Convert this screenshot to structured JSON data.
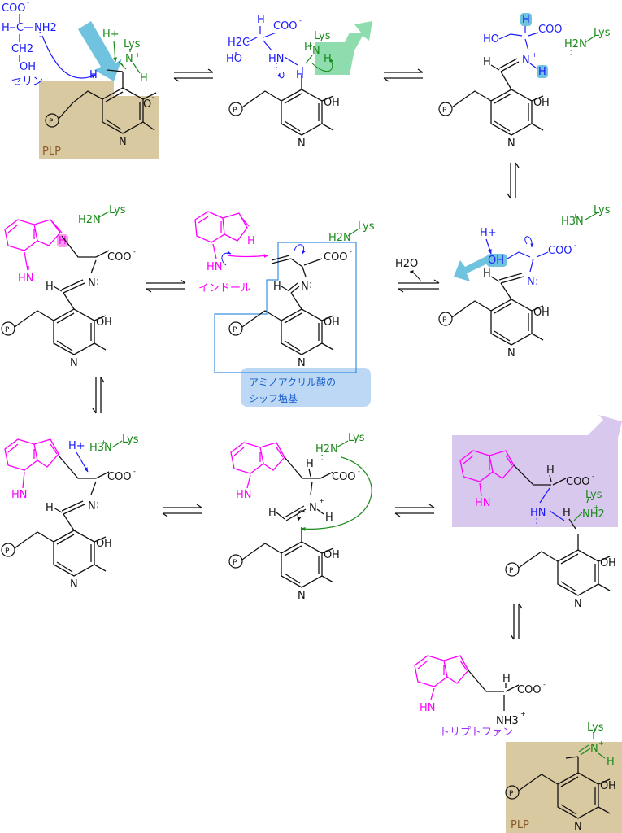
{
  "labels": {
    "serine": "セリン",
    "plp": "PLP",
    "lys": "Lys",
    "indole": "インドール",
    "aminoacrylate_line1": "アミノアクリル酸の",
    "aminoacrylate_line2": "シッフ塩基",
    "tryptophan": "トリプトファン",
    "water": "H2O",
    "hplus": "H+",
    "coo": "COO",
    "minus": "-",
    "plus": "+",
    "n": "N",
    "h": "H",
    "o": "O",
    "oh": "OH",
    "ho": "HO",
    "p": "P",
    "hn": "HN",
    "nh2": "NH2",
    "h2n": "H2N",
    "h3n": "H3N",
    "nh3": "NH3",
    "nh": "NH",
    "ch2": "CH2",
    "h2c": "H2C",
    "pair": ":",
    "c": "C"
  },
  "colors": {
    "black": "#111111",
    "blue": "#1a1aff",
    "green": "#1a8a1a",
    "magenta": "#ff00ff",
    "purple": "#9b30ff",
    "plp_box": "#d9c9a0",
    "blue_arrow": "#6fc3de",
    "green_arrow": "#8fdcaf",
    "purple_box": "#d8c8ee",
    "caption_box": "#bcd8f5",
    "frame_blue": "#3a8fe0"
  },
  "icons": [
    "equilibrium-arrow-icon",
    "curved-arrow-icon",
    "phosphate-circle-icon"
  ]
}
